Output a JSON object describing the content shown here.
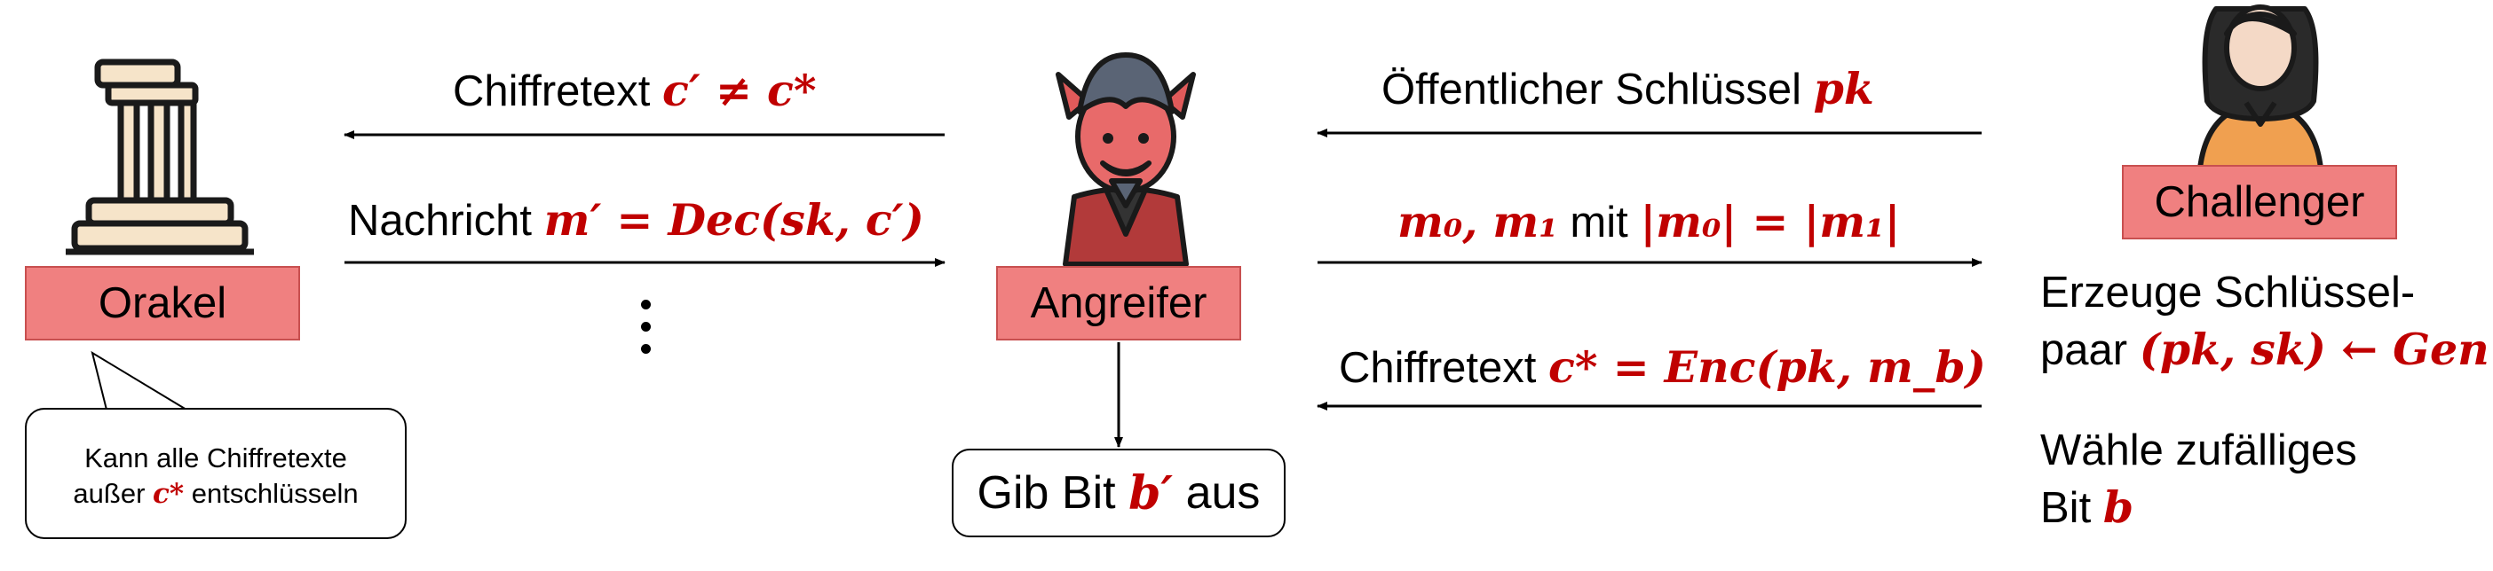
{
  "oracle": {
    "label": "Orakel"
  },
  "attacker": {
    "label": "Angreifer"
  },
  "challenger": {
    "label": "Challenger"
  },
  "messages_left": {
    "ciphertext_prefix": "Chiffretext",
    "ciphertext_math": "c′ ≠ c*",
    "message_prefix": "Nachricht",
    "message_math": "m′ = Dec(sk, c′)"
  },
  "messages_right": {
    "pk_prefix": "Öffentlicher Schlüssel",
    "pk_math": "pk",
    "m_math_a": "m₀, m₁",
    "m_mid": "mit",
    "m_math_b": "|m₀| = |m₁|",
    "challenge_prefix": "Chiffretext",
    "challenge_math": "c* = Enc(pk, m_b)"
  },
  "oracle_note": {
    "line1": "Kann alle Chiffretexte",
    "line2_prefix": "außer",
    "line2_math": "c*",
    "line2_suffix": "entschlüsseln"
  },
  "output": {
    "prefix": "Gib Bit",
    "math": "b′",
    "suffix": "aus"
  },
  "challenger_steps": {
    "step1_line1": "Erzeuge Schlüssel-",
    "step1_line2_prefix": "paar",
    "step1_line2_math": "(pk, sk) ← Gen",
    "step2_line1": "Wähle zufälliges",
    "step2_line2_prefix": "Bit",
    "step2_line2_math": "b"
  },
  "colors": {
    "accent_red": "#c00000",
    "box_fill": "#f08080",
    "box_border": "#c85050"
  }
}
